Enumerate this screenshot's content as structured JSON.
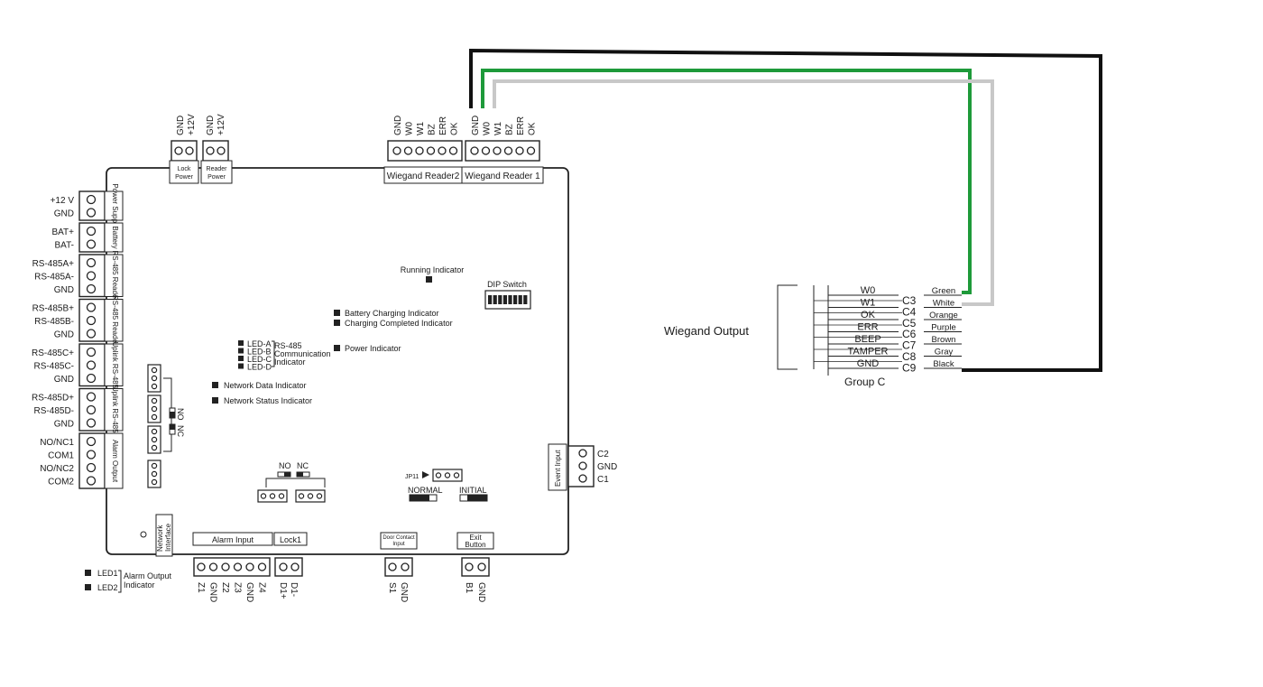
{
  "power_terminals": {
    "lock": {
      "pins": [
        "GND",
        "+12V"
      ],
      "label_lines": [
        "Lock",
        "Power"
      ]
    },
    "reader": {
      "pins": [
        "GND",
        "+12V"
      ],
      "label_lines": [
        "Reader",
        "Power"
      ]
    }
  },
  "wiegand_reader2": {
    "pins": [
      "GND",
      "W0",
      "W1",
      "BZ",
      "ERR",
      "OK"
    ],
    "label": "Wiegand Reader2"
  },
  "wiegand_reader1": {
    "pins": [
      "GND",
      "W0",
      "W1",
      "BZ",
      "ERR",
      "OK"
    ],
    "label": "Wiegand Reader 1"
  },
  "left_groups": [
    {
      "pins": [
        "+12 V",
        "GND"
      ],
      "label": "Power Supply"
    },
    {
      "pins": [
        "BAT+",
        "BAT-"
      ],
      "label": "Battery"
    },
    {
      "pins": [
        "RS-485A+",
        "RS-485A-",
        "GND"
      ],
      "label": "RS-485 Reader"
    },
    {
      "pins": [
        "RS-485B+",
        "RS-485B-",
        "GND"
      ],
      "label": "RS-485 Reader"
    },
    {
      "pins": [
        "RS-485C+",
        "RS-485C-",
        "GND"
      ],
      "label": "Uplink RS-485"
    },
    {
      "pins": [
        "RS-485D+",
        "RS-485D-",
        "GND"
      ],
      "label": "Uplink RS-485"
    },
    {
      "pins": [
        "NO/NC1",
        "COM1",
        "NO/NC2",
        "COM2"
      ],
      "label": "Alarm Output"
    }
  ],
  "indicators": {
    "running": "Running Indicator",
    "battery_charging": "Battery Charging Indicator",
    "charging_completed": "Charging Completed Indicator",
    "power": "Power Indicator",
    "network_data": "Network Data Indicator",
    "network_status": "Network Status Indicator",
    "led_rows": [
      "LED-A",
      "LED-B",
      "LED-C",
      "LED-D"
    ],
    "rs485_lines": [
      "RS-485",
      "Communication",
      "Indicator"
    ],
    "led1": "LED1",
    "led2": "LED2",
    "alarm_output_lines": [
      "Alarm Output",
      "Indicator"
    ]
  },
  "dip_switch_label": "DIP Switch",
  "jumper": {
    "no": "NO",
    "nc": "NC"
  },
  "jp11": {
    "label": "JP11",
    "normal": "NORMAL",
    "initial": "INITIAL"
  },
  "event_input": {
    "label": "Event Input",
    "pins": [
      "C2",
      "GND",
      "C1"
    ]
  },
  "network_interface_lines": [
    "Network",
    "Interface"
  ],
  "alarm_input": {
    "label": "Alarm Input",
    "pins": [
      "Z1",
      "GND",
      "Z2",
      "Z3",
      "GND",
      "Z4"
    ]
  },
  "lock1": {
    "label": "Lock1",
    "pins": [
      "D1+",
      "D1-"
    ]
  },
  "door_contact": {
    "label_lines": [
      "Door Contact",
      "Input"
    ],
    "pins": [
      "S1",
      "GND"
    ]
  },
  "exit_button": {
    "label_lines": [
      "Exit",
      "Button"
    ],
    "pins": [
      "B1",
      "GND"
    ]
  },
  "wiegand_output": {
    "title": "Wiegand Output",
    "group": "Group C",
    "signals": [
      "W0",
      "W1",
      "OK",
      "ERR",
      "BEEP",
      "TAMPER",
      "GND"
    ],
    "terminals": [
      "C3",
      "C4",
      "C5",
      "C6",
      "C7",
      "C8",
      "C9"
    ],
    "wires": [
      "Green",
      "White",
      "Orange",
      "Purple",
      "Brown",
      "Gray",
      "Black"
    ]
  },
  "colors": {
    "green_wire": "#1e9a3a",
    "white_wire": "#c8c8c8",
    "black_wire": "#111111"
  }
}
